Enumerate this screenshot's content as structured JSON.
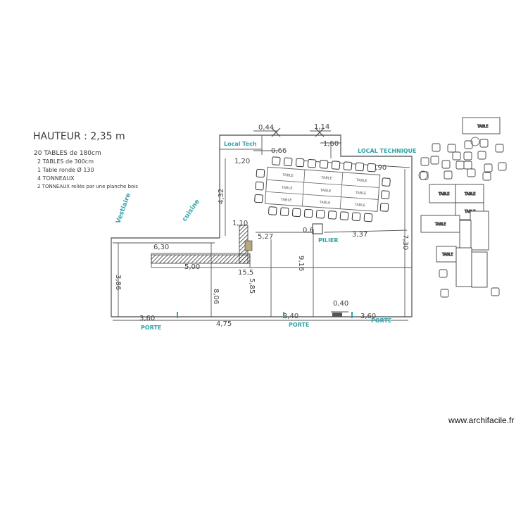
{
  "notes": {
    "height": "HAUTEUR : 2,35 m",
    "line1": "20 TABLES de 180cm",
    "line2": "2 TABLES de 300cm",
    "line3": "1 Table ronde Ø 130",
    "line4": "4 TONNEAUX",
    "line5": "2 TONNEAUX reliés par une planche bois"
  },
  "rooms": {
    "local_tech": "Local Tech",
    "local_technique": "LOCAL TECHNIQUE",
    "cuisine": "cuisine",
    "vestiaire": "Vestiaire",
    "pilier": "PILIER"
  },
  "doors": {
    "porte_left": "PORTE",
    "porte_middle": "PORTE",
    "porte_right": "PORTE"
  },
  "dimensions": {
    "d_top_a": "0,44",
    "d_top_b": "1,14",
    "d_160": "1,60",
    "d_066": "0,66",
    "d_120": "1,20",
    "d_290": "2,90",
    "d_432": "4,32",
    "d_630": "6,30",
    "d_500": "5,00",
    "d_527": "5,27",
    "d_337": "3,37",
    "d_806": "8,06",
    "d_585": "5,85",
    "d_1555": "15,5",
    "d_386": "3,86",
    "d_360a": "3,60",
    "d_475": "4,75",
    "d_340": "3,40",
    "d_040": "0,40",
    "d_360b": "3,60",
    "d_730": "7,30",
    "d_916": "9,16",
    "d_060": "0,6",
    "d_110": "1,10"
  },
  "table_label": "TABLE",
  "watermark": "www.archifacile.fr"
}
